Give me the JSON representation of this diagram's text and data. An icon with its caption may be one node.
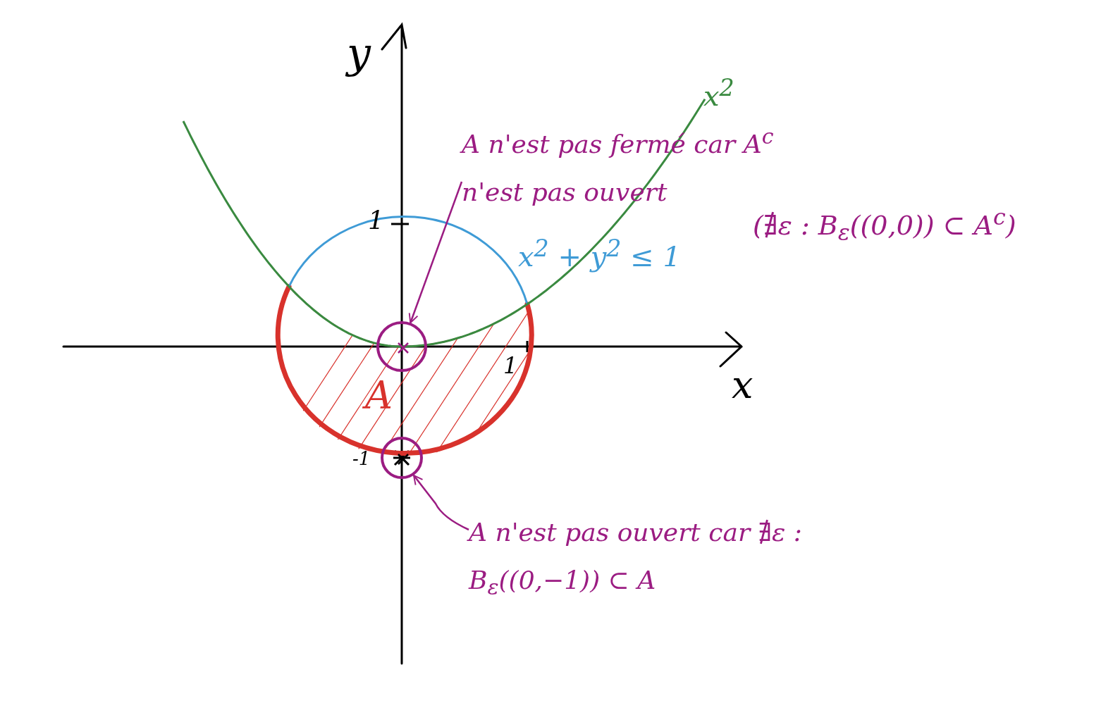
{
  "diagram": {
    "nodes": [
      {
        "text": [
          "A n'est pas fermé car A$^{c}$ n'est pas ouvert"
        ]
      },
      {
        "text": [],
        "shape": "circle"
      },
      {
        "text": [
          "A n'est pas ouvert car ∄ε : B$_{ε}$((0,−1)) ⊂ A"
        ]
      },
      {
        "text": [],
        "shape": "circle"
      }
    ],
    "edges": [
      {
        "from": 0,
        "to": 1,
        "arrow": "to"
      },
      {
        "from": 2,
        "to": 3,
        "arrow": "to"
      }
    ],
    "labels": [
      "y",
      "x$^{2}$",
      "(∄ε : B$_{ε}$((0,0)) ⊂ A$^{c}$)",
      "1",
      "x$^{2}$ + y$^{2}$ ≤ 1",
      "1",
      "x",
      "A",
      "-1"
    ]
  }
}
